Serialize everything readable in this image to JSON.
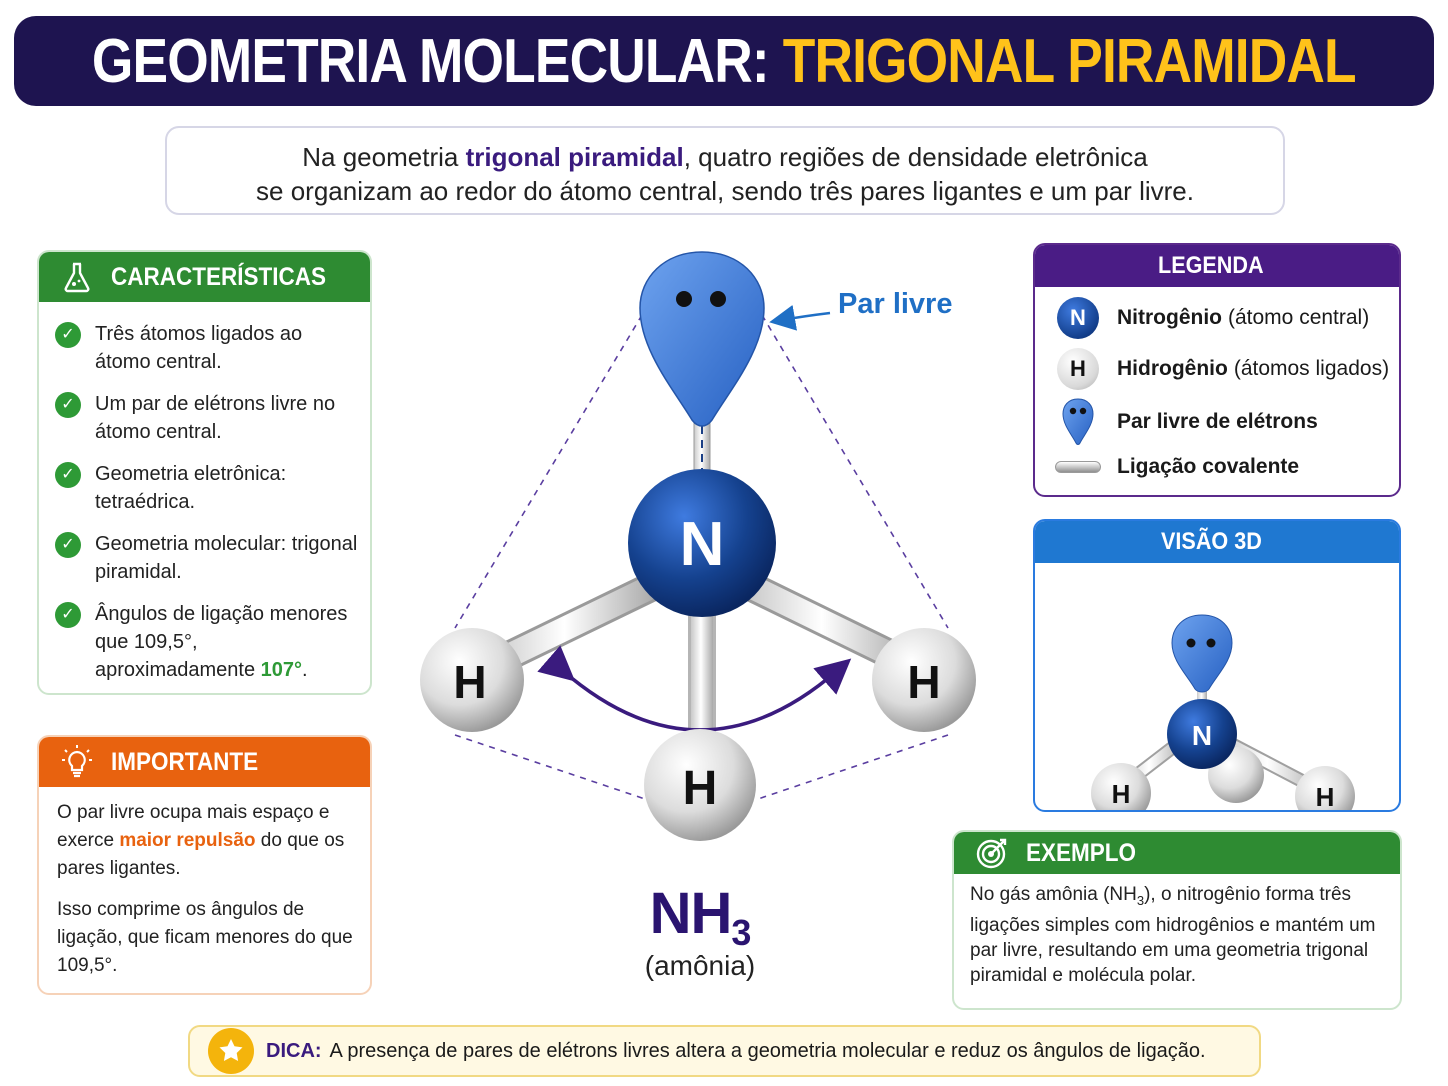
{
  "header": {
    "title_main": "GEOMETRIA MOLECULAR: ",
    "title_accent": "TRIGONAL PIRAMIDAL"
  },
  "intro": {
    "line1_pre": "Na geometria ",
    "line1_bold": "trigonal piramidal",
    "line1_post": ", quatro regiões de densidade eletrônica",
    "line2": "se organizam ao redor do átomo central, sendo três pares ligantes e um par livre."
  },
  "caracteristicas": {
    "title": "CARACTERÍSTICAS",
    "icon": "flask-icon",
    "items": [
      {
        "text": "Três átomos ligados ao átomo central."
      },
      {
        "text": "Um par de elétrons livre no átomo central."
      },
      {
        "text": "Geometria eletrônica: tetraédrica."
      },
      {
        "text": "Geometria molecular: trigonal piramidal."
      },
      {
        "text": "Ângulos de ligação menores que 109,5°, aproximadamente ",
        "highlight": "107°",
        "suffix": "."
      }
    ]
  },
  "importante": {
    "title": "IMPORTANTE",
    "icon": "lightbulb-icon",
    "p1_pre": "O par livre ocupa mais espaço e exerce ",
    "p1_hl": "maior repulsão",
    "p1_post": " do que os pares ligantes.",
    "p2": "Isso comprime os ângulos de ligação, que ficam menores do que 109,5°."
  },
  "molecule": {
    "central_atom": "N",
    "outer_atom": "H",
    "lone_pair_label": "Par livre",
    "formula_main": "NH",
    "formula_sub": "3",
    "name": "(amônia)"
  },
  "legenda": {
    "title": "LEGENDA",
    "items": [
      {
        "symbol": "N",
        "bold": "Nitrogênio",
        "rest": "(átomo central)"
      },
      {
        "symbol": "H",
        "bold": "Hidrogênio",
        "rest": "(átomos ligados)"
      },
      {
        "symbol": "",
        "bold": "Par livre de elétrons",
        "rest": ""
      },
      {
        "symbol": "",
        "bold": "Ligação covalente",
        "rest": ""
      }
    ]
  },
  "visao3d": {
    "title": "VISÃO 3D",
    "central": "N",
    "outer": "H"
  },
  "exemplo": {
    "title": "EXEMPLO",
    "icon": "target-icon",
    "text_pre": "No gás amônia (NH",
    "text_sub": "3",
    "text_post": "), o nitrogênio forma três ligações simples com hidrogênios e mantém um par livre, resultando em uma geometria trigonal piramidal e molécula polar."
  },
  "dica": {
    "label": "DICA:",
    "text": "A presença de pares de elétrons livres altera a geometria molecular e reduz os ângulos de ligação.",
    "icon": "star-icon"
  },
  "colors": {
    "header_bg": "#1e1450",
    "accent_yellow": "#ffc21a",
    "green": "#2e8b32",
    "orange": "#e8620f",
    "purple": "#4a1c85",
    "blue": "#1f78d1",
    "nitrogen": "#133f8c"
  }
}
